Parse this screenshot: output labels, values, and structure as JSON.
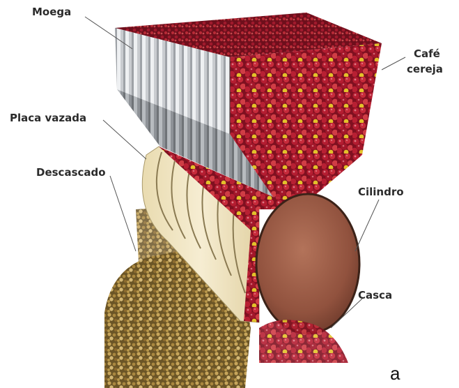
{
  "labels": {
    "moega": "Moega",
    "cafe_line1": "Café",
    "cafe_line2": "cereja",
    "placa_vazada": "Placa vazada",
    "descascado": "Descascado",
    "cilindro": "Cilindro",
    "casca": "Casca"
  },
  "panel_letter": "a",
  "colors": {
    "cherry_red": "#a3172a",
    "cherry_yellow": "#e3c12a",
    "hopper_grey": "#b9bcc0",
    "screen_cream": "#f1e6c6",
    "cylinder_brown": "#9a5a45",
    "hulled_bean": "#b08a43",
    "leader_line": "#555555"
  }
}
